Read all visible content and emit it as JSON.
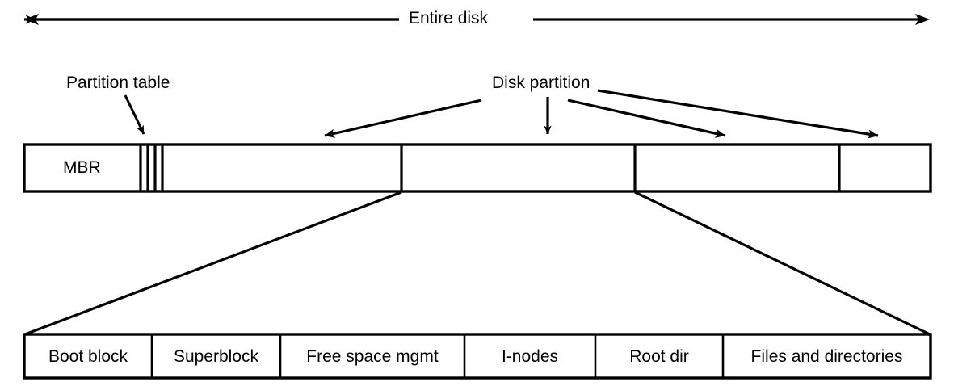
{
  "figure": {
    "title_annotation": "Entire disk",
    "background_color": "#ffffff",
    "line_color": "#000000"
  },
  "annotations": {
    "entire_disk": "Entire disk",
    "partition_table": "Partition table",
    "disk_partition": "Disk partition"
  },
  "disk_bar": {
    "mbr_label": "MBR",
    "partition_table_stripes": 4,
    "partitions": [
      "",
      "",
      "",
      ""
    ]
  },
  "filesystem_layout": {
    "cells": [
      "Boot block",
      "Superblock",
      "Free space mgmt",
      "I-nodes",
      "Root dir",
      "Files and directories"
    ]
  }
}
